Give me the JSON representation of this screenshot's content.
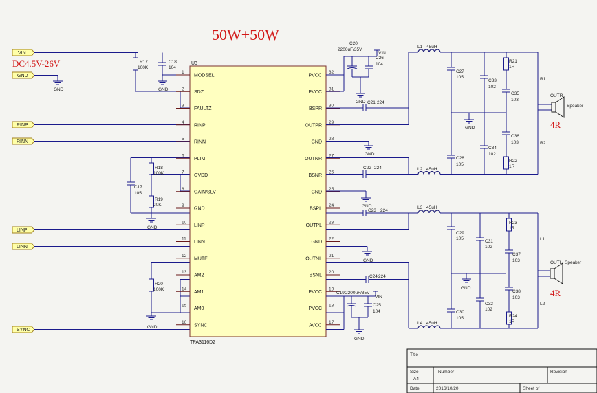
{
  "title": "50W+50W",
  "supply_label": "DC4.5V-26V",
  "ports": {
    "vin": "VIN",
    "gnd": "GND",
    "rinp": "RINP",
    "rinn": "RINN",
    "linp": "LINP",
    "linn": "LINN",
    "sync": "SYNC"
  },
  "chip": {
    "ref": "U3",
    "part": "TPA3116D2",
    "left_pins": [
      {
        "num": "1",
        "name": "MODSEL"
      },
      {
        "num": "2",
        "name": "SDZ"
      },
      {
        "num": "3",
        "name": "FAULTZ"
      },
      {
        "num": "4",
        "name": "RINP"
      },
      {
        "num": "5",
        "name": "RINN"
      },
      {
        "num": "6",
        "name": "PLIMIT"
      },
      {
        "num": "7",
        "name": "GVDD"
      },
      {
        "num": "8",
        "name": "GAIN/SLV"
      },
      {
        "num": "9",
        "name": "GND"
      },
      {
        "num": "10",
        "name": "LINP"
      },
      {
        "num": "11",
        "name": "LINN"
      },
      {
        "num": "12",
        "name": "MUTE"
      },
      {
        "num": "13",
        "name": "AM2"
      },
      {
        "num": "14",
        "name": "AM1"
      },
      {
        "num": "15",
        "name": "AM0"
      },
      {
        "num": "16",
        "name": "SYNC"
      }
    ],
    "right_pins": [
      {
        "num": "32",
        "name": "PVCC"
      },
      {
        "num": "31",
        "name": "PVCC"
      },
      {
        "num": "30",
        "name": "BSPR"
      },
      {
        "num": "29",
        "name": "OUTPR"
      },
      {
        "num": "28",
        "name": "GND"
      },
      {
        "num": "27",
        "name": "OUTNR"
      },
      {
        "num": "26",
        "name": "BSNR"
      },
      {
        "num": "25",
        "name": "GND"
      },
      {
        "num": "24",
        "name": "BSPL"
      },
      {
        "num": "23",
        "name": "OUTPL"
      },
      {
        "num": "22",
        "name": "GND"
      },
      {
        "num": "21",
        "name": "OUTNL"
      },
      {
        "num": "20",
        "name": "BSNL"
      },
      {
        "num": "19",
        "name": "PVCC"
      },
      {
        "num": "18",
        "name": "PVCC"
      },
      {
        "num": "17",
        "name": "AVCC"
      }
    ]
  },
  "components": {
    "r17": {
      "ref": "R17",
      "val": "100K"
    },
    "c18": {
      "ref": "C18",
      "val": "104"
    },
    "r18": {
      "ref": "R18",
      "val": "100K"
    },
    "c17": {
      "ref": "C17",
      "val": "105"
    },
    "r19": {
      "ref": "R19",
      "val": "20K"
    },
    "r20": {
      "ref": "R20",
      "val": "100K"
    },
    "c20": {
      "ref": "C20",
      "val": "2200uF/35V"
    },
    "c26": {
      "ref": "C26",
      "val": "104"
    },
    "c21": {
      "ref": "C21",
      "val": "224"
    },
    "c22": {
      "ref": "C22",
      "val": "224"
    },
    "c23": {
      "ref": "C23",
      "val": "224"
    },
    "c24": {
      "ref": "C24",
      "val": "224"
    },
    "c19": {
      "ref": "C19",
      "val": "2200uF/35V"
    },
    "c25": {
      "ref": "C25",
      "val": "104"
    },
    "l1": {
      "ref": "L1",
      "val": "45uH"
    },
    "l2": {
      "ref": "L2",
      "val": "45uH"
    },
    "l3": {
      "ref": "L3",
      "val": "45uH"
    },
    "l4": {
      "ref": "L4",
      "val": "45uH"
    },
    "c27": {
      "ref": "C27",
      "val": "105"
    },
    "c28": {
      "ref": "C28",
      "val": "105"
    },
    "c29": {
      "ref": "C29",
      "val": "105"
    },
    "c30": {
      "ref": "C30",
      "val": "105"
    },
    "c33": {
      "ref": "C33",
      "val": "102"
    },
    "c34": {
      "ref": "C34",
      "val": "102"
    },
    "c31": {
      "ref": "C31",
      "val": "102"
    },
    "c32": {
      "ref": "C32",
      "val": "102"
    },
    "c35": {
      "ref": "C35",
      "val": "103"
    },
    "c36": {
      "ref": "C36",
      "val": "103"
    },
    "c37": {
      "ref": "C37",
      "val": "103"
    },
    "c38": {
      "ref": "C38",
      "val": "103"
    },
    "r21": {
      "ref": "R21",
      "val": "1R"
    },
    "r22": {
      "ref": "R22",
      "val": "1R"
    },
    "r23": {
      "ref": "R23",
      "val": "1R"
    },
    "r24": {
      "ref": "R24",
      "val": "1R"
    }
  },
  "nets": {
    "vin": "VIN",
    "gnd": "GND",
    "r1": "R1",
    "r2": "R2",
    "l1": "L1",
    "l2": "L2"
  },
  "speakers": {
    "right": {
      "name": "OUTR",
      "label": "Speaker",
      "impedance": "4R"
    },
    "left": {
      "name": "OUTL",
      "label": "Speaker",
      "impedance": "4R"
    }
  },
  "title_block": {
    "title_label": "Title",
    "size_label": "Size",
    "size_value": "A4",
    "number_label": "Number",
    "revision_label": "Revision",
    "date_label": "Date:",
    "date_value": "2016/10/20",
    "sheet_label": "Sheet   of"
  }
}
